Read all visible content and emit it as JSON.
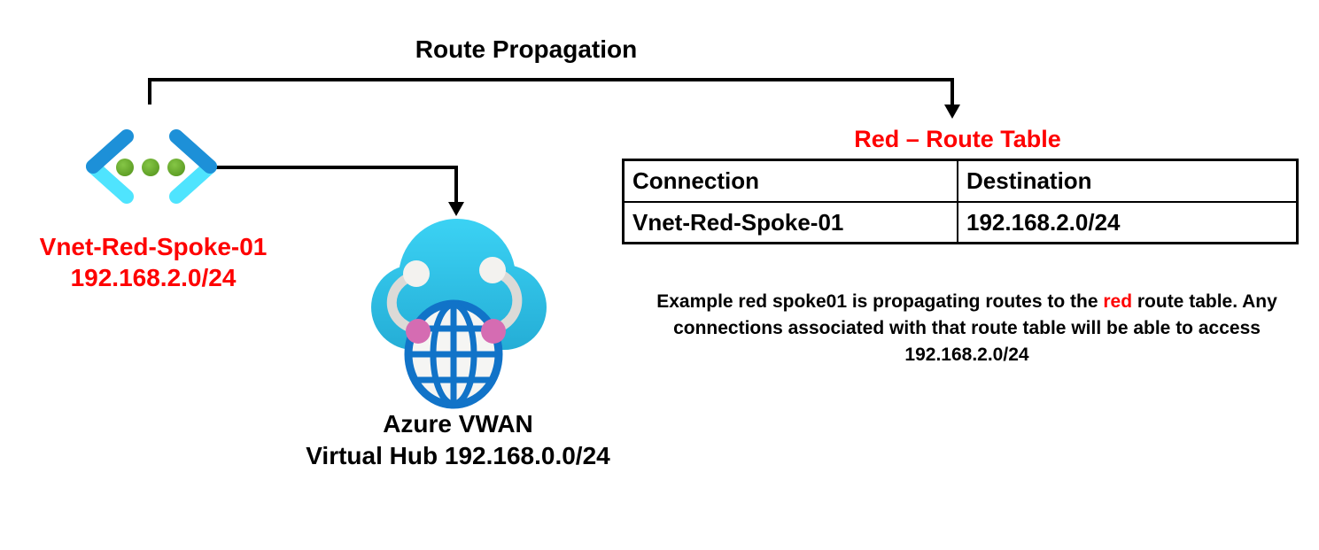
{
  "diagram_title": "Route Propagation",
  "vnet": {
    "icon": "virtual-network-icon",
    "name": "Vnet-Red-Spoke-01",
    "cidr": "192.168.2.0/24"
  },
  "vwan": {
    "icon": "virtual-wan-hub-icon",
    "label_line1": "Azure VWAN",
    "label_line2": "Virtual Hub 192.168.0.0/24"
  },
  "route_table": {
    "title": "Red – Route Table",
    "headers": [
      "Connection",
      "Destination"
    ],
    "rows": [
      [
        "Vnet-Red-Spoke-01",
        "192.168.2.0/24"
      ]
    ]
  },
  "note": {
    "line1_pre": "Example red spoke01 is propagating routes to the ",
    "line1_red": "red",
    "line1_post": " route table. Any",
    "line2": "connections associated with that route table will be able to access",
    "line3": "192.168.2.0/24"
  },
  "colors": {
    "red_text": "#fe0000",
    "arrow_black": "#000000",
    "vnet_chevron_dark": "#1d90d8",
    "vnet_chevron_light": "#4fe4fe",
    "vnet_dot_green": "#63a82a",
    "cloud_cyan_top": "#3bd2f4",
    "cloud_cyan_bottom": "#23abd4",
    "globe_blue": "#1173c8",
    "link_gray": "#dcdad7",
    "endpoint_pink": "#d56cb2",
    "endpoint_white": "#f3f2ef"
  }
}
